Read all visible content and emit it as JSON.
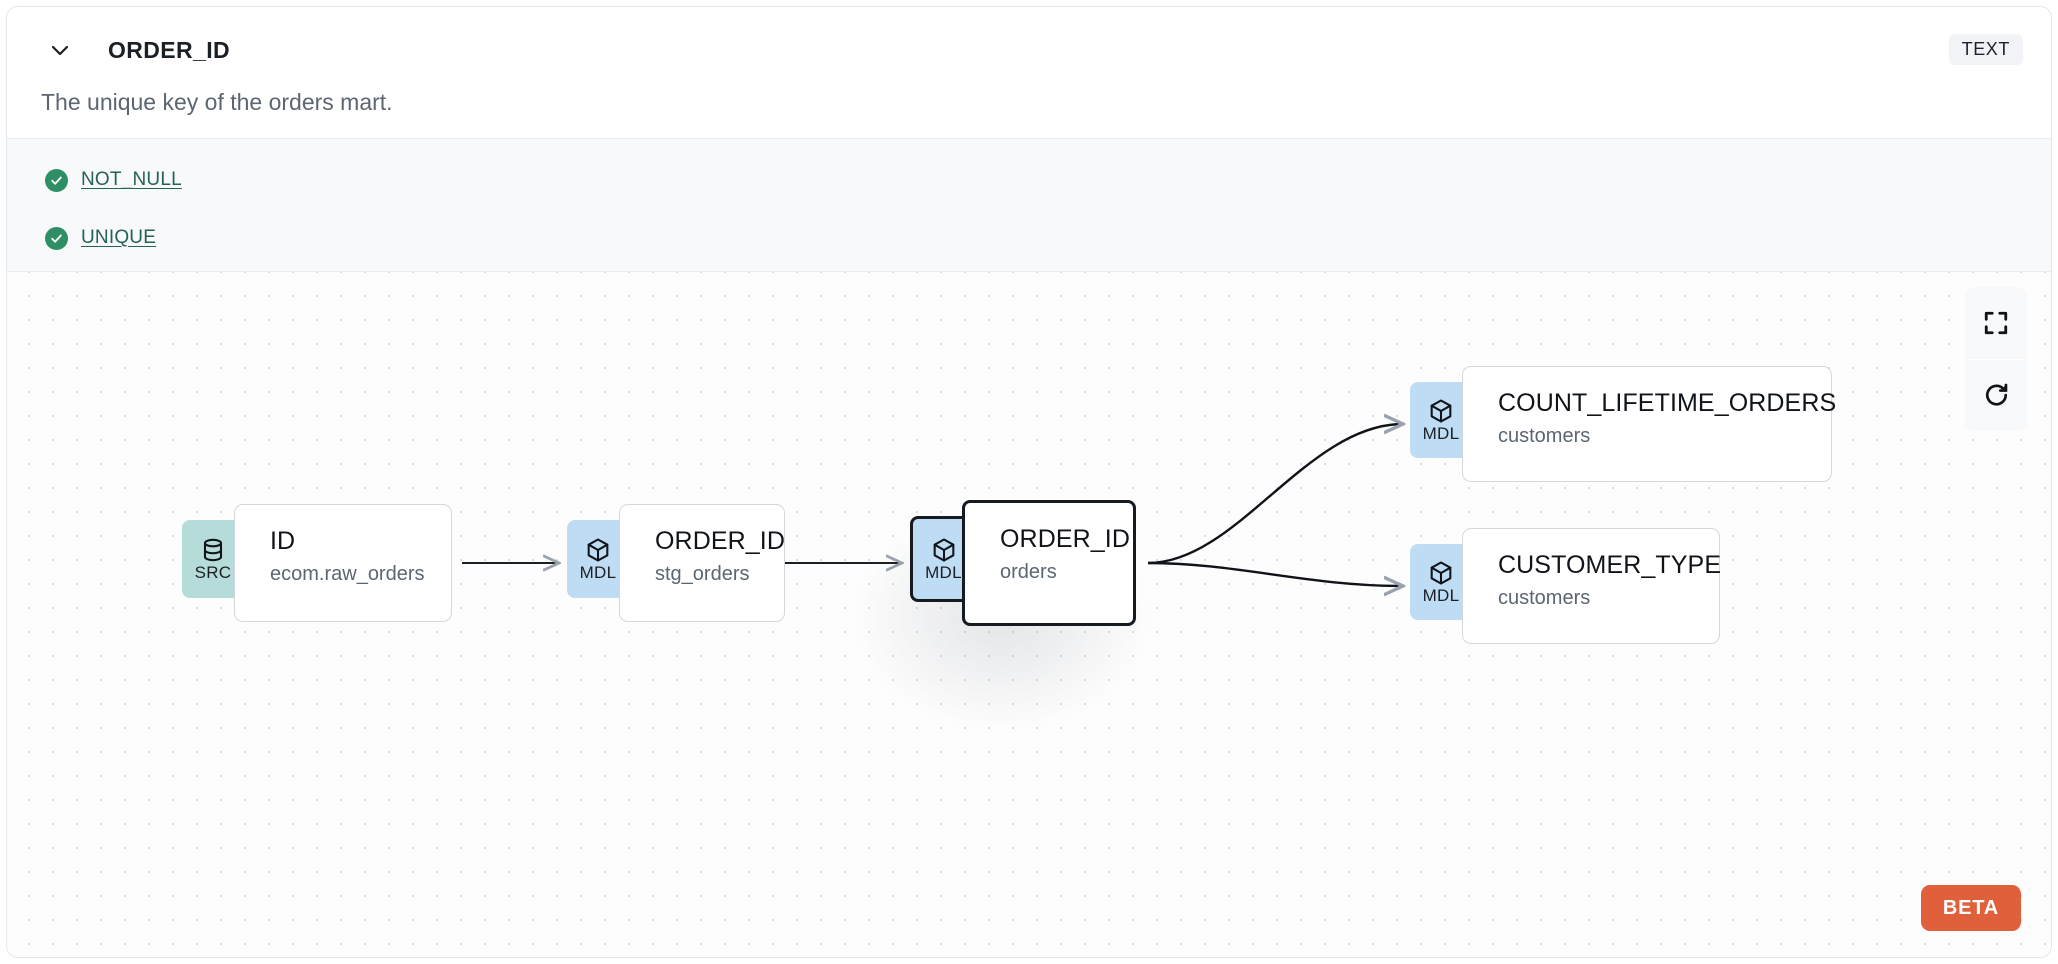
{
  "header": {
    "collapse_icon": "chevron-down-icon",
    "column_name": "ORDER_ID",
    "data_type": "TEXT",
    "description": "The unique key of the orders mart."
  },
  "tests": [
    {
      "status_icon": "check-circle-icon",
      "label": "NOT_NULL",
      "status": "passed"
    },
    {
      "status_icon": "check-circle-icon",
      "label": "UNIQUE",
      "status": "passed"
    }
  ],
  "lineage": {
    "nodes": [
      {
        "id": "src-id",
        "badge": "SRC",
        "badge_icon": "database-icon",
        "name": "ID",
        "parent": "ecom.raw_orders",
        "selected": false
      },
      {
        "id": "stg-order-id",
        "badge": "MDL",
        "badge_icon": "cube-icon",
        "name": "ORDER_ID",
        "parent": "stg_orders",
        "selected": false
      },
      {
        "id": "orders-order-id",
        "badge": "MDL",
        "badge_icon": "cube-icon",
        "name": "ORDER_ID",
        "parent": "orders",
        "selected": true
      },
      {
        "id": "count-lifetime",
        "badge": "MDL",
        "badge_icon": "cube-icon",
        "name": "COUNT_LIFETIME_ORDERS",
        "parent": "customers",
        "selected": false
      },
      {
        "id": "customer-type",
        "badge": "MDL",
        "badge_icon": "cube-icon",
        "name": "CUSTOMER_TYPE",
        "parent": "customers",
        "selected": false
      }
    ],
    "edges": [
      {
        "from": "src-id",
        "to": "stg-order-id"
      },
      {
        "from": "stg-order-id",
        "to": "orders-order-id"
      },
      {
        "from": "orders-order-id",
        "to": "count-lifetime"
      },
      {
        "from": "orders-order-id",
        "to": "customer-type"
      }
    ],
    "controls": [
      {
        "name": "fullscreen-icon",
        "label": "Fit view"
      },
      {
        "name": "refresh-icon",
        "label": "Reset"
      }
    ],
    "beta_label": "BETA"
  },
  "colors": {
    "src_badge": "#b5dcd8",
    "mdl_badge": "#bedcf3",
    "test_pass": "#2f8f64",
    "test_link": "#266158",
    "beta": "#e1603c",
    "selected_border": "#161b22"
  }
}
